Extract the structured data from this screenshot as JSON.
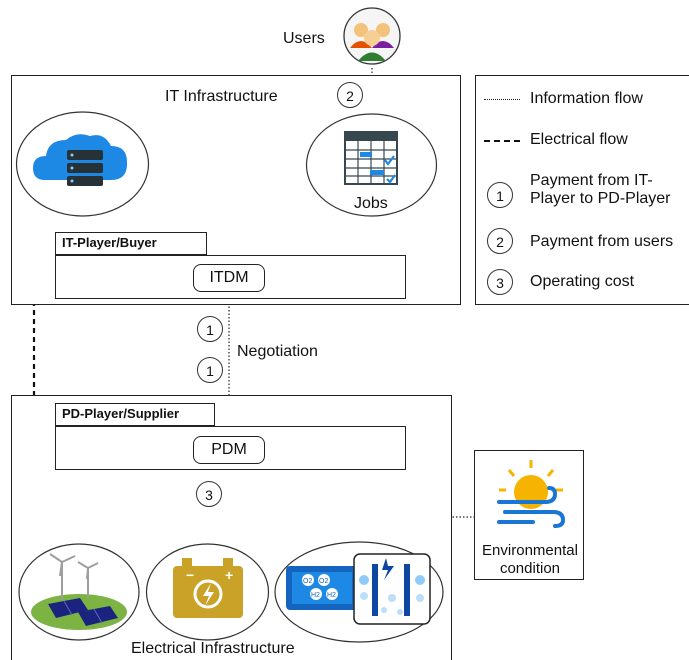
{
  "users_label": "Users",
  "it_infra": {
    "title": "IT Infrastructure",
    "jobs_label": "Jobs",
    "player_tag": "IT-Player/Buyer",
    "manager": "ITDM"
  },
  "negotiation_label": "Negotiation",
  "pd": {
    "player_tag": "PD-Player/Supplier",
    "manager": "PDM"
  },
  "electrical_infra_label": "Electrical Infrastructure",
  "environment": {
    "line1": "Environmental",
    "line2": "condition"
  },
  "markers": {
    "one": "1",
    "two": "2",
    "three": "3"
  },
  "legend": {
    "info_flow": "Information flow",
    "elec_flow": "Electrical flow",
    "payment1_line1": "Payment from IT-",
    "payment1_line2": "Player to PD-Player",
    "payment2": "Payment from users",
    "operating": "Operating cost"
  },
  "colors": {
    "cloud_blue": "#1e88e5",
    "battery_gold": "#c9a227",
    "h2_blue": "#1565c0",
    "sun_yellow": "#f6b400",
    "wind_blue": "#1976d2",
    "grass_green": "#7cb342"
  }
}
